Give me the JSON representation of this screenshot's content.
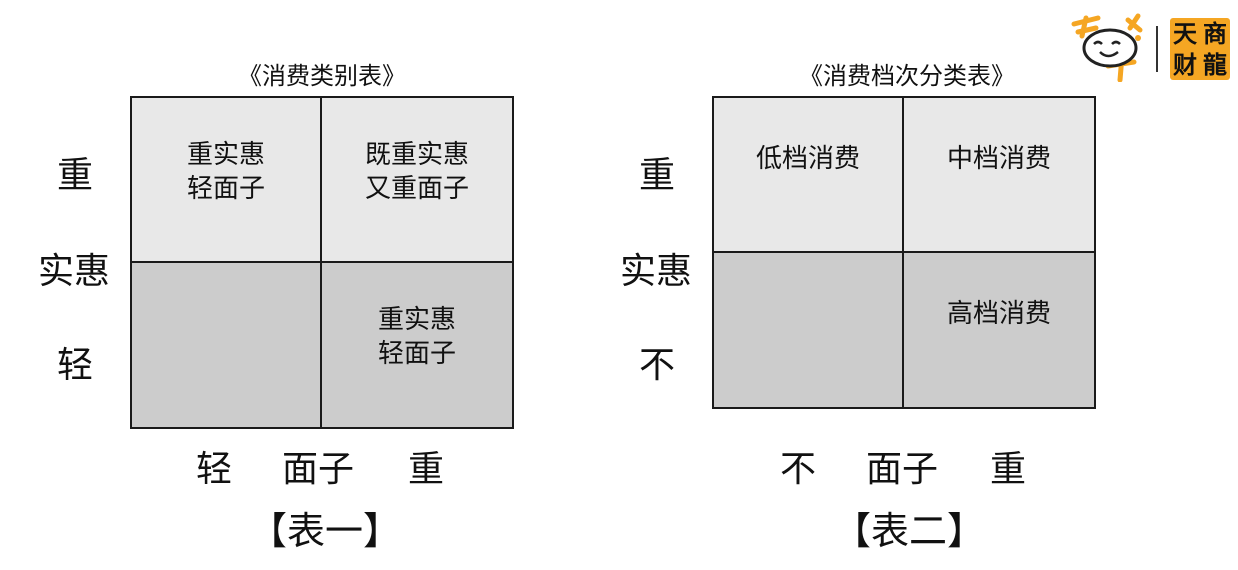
{
  "logo": {
    "box_chars": [
      "天",
      "商",
      "财",
      "龍"
    ],
    "accent_color": "#f5a623"
  },
  "table1": {
    "title": "《消费类别表》",
    "left_axis": [
      "重",
      "实惠",
      "轻"
    ],
    "bottom_axis": [
      "轻",
      "面子",
      "重"
    ],
    "caption": "【表一】",
    "cells": {
      "top_left": [
        "重实惠",
        "轻面子"
      ],
      "top_right": [
        "既重实惠",
        "又重面子"
      ],
      "bottom_left": [],
      "bottom_right": [
        "重实惠",
        "轻面子"
      ]
    }
  },
  "table2": {
    "title": "《消费档次分类表》",
    "left_axis": [
      "重",
      "实惠",
      "不"
    ],
    "bottom_axis": [
      "不",
      "面子",
      "重"
    ],
    "caption": "【表二】",
    "cells": {
      "top_left": [
        "低档消费"
      ],
      "top_right": [
        "中档消费"
      ],
      "bottom_left": [],
      "bottom_right": [
        "高档消费"
      ]
    }
  }
}
